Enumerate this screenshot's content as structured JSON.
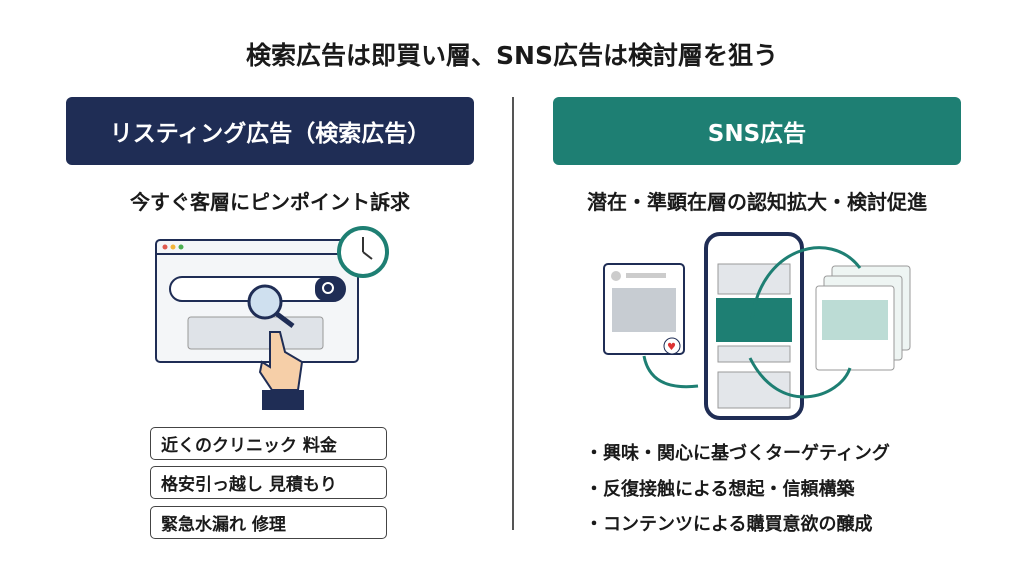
{
  "title": "検索広告は即買い層、SNS広告は検討層を狙う",
  "left": {
    "header": "リスティング広告（検索広告）",
    "subtitle": "今すぐ客層にピンポイント訴求",
    "keywords": [
      "近くのクリニック 料金",
      "格安引っ越し 見積もり",
      "緊急水漏れ 修理"
    ],
    "color": "#1f2d55"
  },
  "right": {
    "header": "SNS広告",
    "subtitle": "潜在・準顕在層の認知拡大・検討促進",
    "bullets": [
      "・興味・関心に基づくターゲティング",
      "・反復接触による想起・信頼構築",
      "・コンテンツによる購買意欲の醸成"
    ],
    "color": "#1e7f73"
  }
}
